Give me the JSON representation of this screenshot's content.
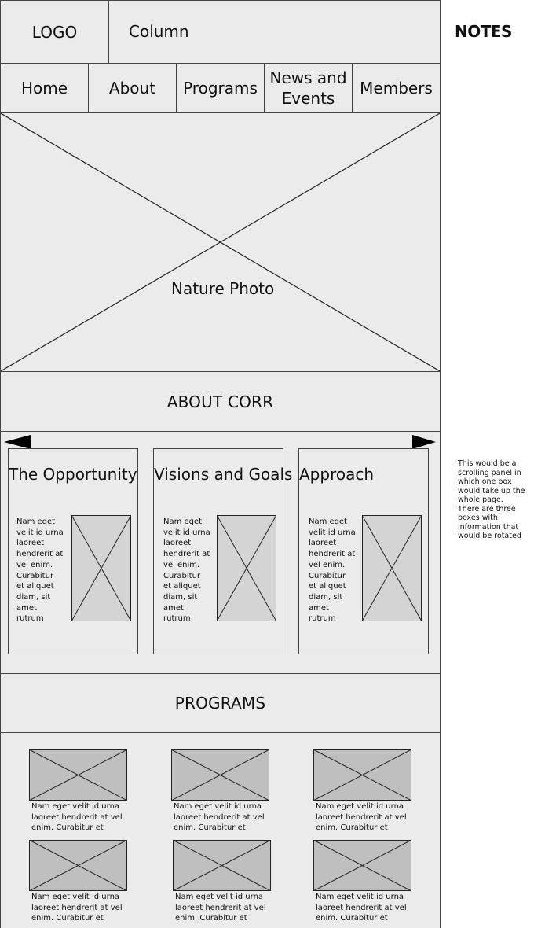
{
  "header": {
    "logo": "LOGO",
    "column": "Column"
  },
  "nav": [
    "Home",
    "About",
    "Programs",
    "News and Events",
    "Members"
  ],
  "hero": {
    "label": "Nature Photo"
  },
  "about": {
    "title": "ABOUT CORR",
    "cards": [
      {
        "title": "The Opportunity",
        "text": "Nam eget velit id urna laoreet hendrerit at vel enim. Curabitur et aliquet diam, sit amet rutrum"
      },
      {
        "title": "Visions and Goals",
        "text": "Nam eget velit id urna laoreet hendrerit at vel enim. Curabitur et aliquet diam, sit amet rutrum"
      },
      {
        "title": "Approach",
        "text": "Nam eget velit id urna laoreet hendrerit at vel enim. Curabitur et aliquet diam, sit amet rutrum"
      }
    ]
  },
  "programs": {
    "title": "PROGRAMS",
    "items": [
      {
        "text": "Nam eget velit id urna laoreet hendrerit at vel enim. Curabitur et aliquet diam, sit"
      },
      {
        "text": "Nam eget velit id urna laoreet hendrerit at vel enim. Curabitur et aliquet diam, sit"
      },
      {
        "text": "Nam eget velit id urna laoreet hendrerit at vel enim. Curabitur et aliquet diam, sit"
      },
      {
        "text": "Nam eget velit id urna laoreet hendrerit at vel enim. Curabitur et aliquet diam, sit"
      },
      {
        "text": "Nam eget velit id urna laoreet hendrerit at vel enim. Curabitur et aliquet diam, sit"
      },
      {
        "text": "Nam eget velit id urna laoreet hendrerit at vel enim. Curabitur et aliquet diam, sit"
      }
    ]
  },
  "notes": {
    "title": "NOTES",
    "text": "This would be a scrolling panel in which one box would take up the whole page. There are three boxes with information that would be rotated"
  },
  "colors": {
    "wireframe_bg": "#ebebeb",
    "placeholder_bg": "#d4d4d4",
    "program_placeholder_bg": "#bfbfbf",
    "line": "#444444"
  }
}
